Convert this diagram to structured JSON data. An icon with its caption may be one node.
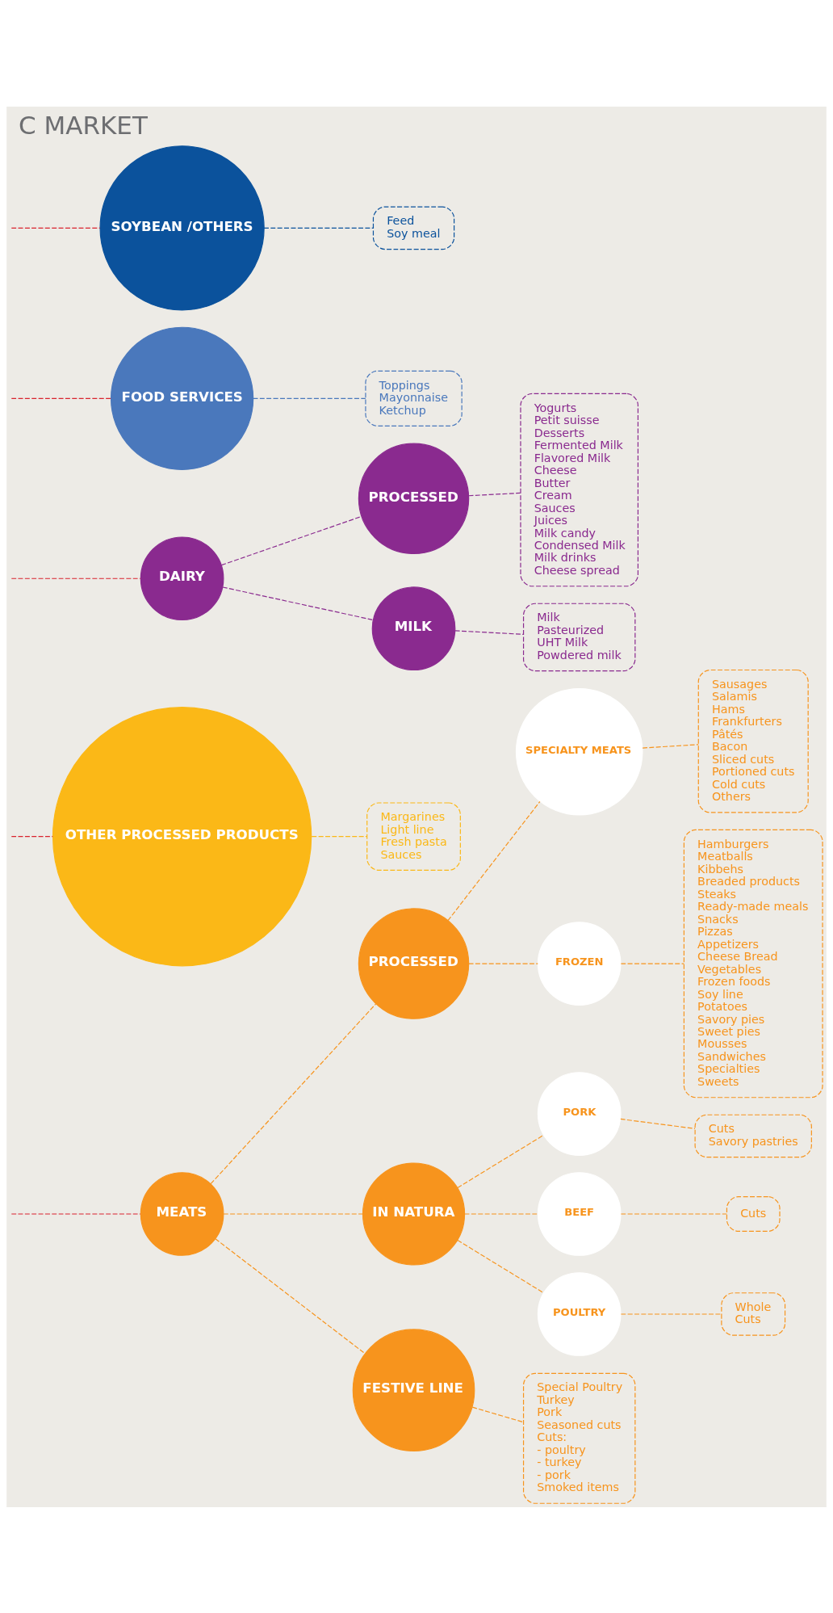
{
  "diagram": {
    "title": "C MARKET",
    "nodes": [
      {
        "text": [
          "MEATS"
        ]
      },
      {
        "text": [
          "PROCESSED"
        ]
      },
      {
        "text": [
          "SPECIALTY MEATS"
        ]
      },
      {
        "text": [
          "Sausages",
          "Salamis",
          "Hams",
          "Frankfurters",
          "Pâtés",
          "Bacon",
          "Sliced cuts",
          "Portioned cuts",
          "Cold cuts",
          "Others"
        ]
      },
      {
        "text": [
          "FROZEN"
        ]
      },
      {
        "text": [
          "Hamburgers",
          "Meatballs",
          "Kibbehs",
          "Breaded products",
          "Steaks",
          "Ready-made meals",
          "Snacks",
          "Pizzas",
          "Appetizers",
          "Cheese Bread",
          "Vegetables",
          "Frozen foods",
          "Soy line",
          "Potatoes",
          "Savory pies",
          "Sweet pies",
          "Mousses",
          "Sandwiches",
          "Specialties",
          "Sweets"
        ]
      },
      {
        "text": [
          "IN NATURA"
        ]
      },
      {
        "text": [
          "PORK"
        ]
      },
      {
        "text": [
          "Cuts",
          "Savory pastries"
        ]
      },
      {
        "text": [
          "BEEF"
        ]
      },
      {
        "text": [
          "Cuts"
        ]
      },
      {
        "text": [
          "POULTRY"
        ]
      },
      {
        "text": [
          "Whole",
          "Cuts"
        ]
      },
      {
        "text": [
          "FESTIVE LINE"
        ]
      },
      {
        "text": [
          "Special Poultry",
          "Turkey",
          "Pork",
          "Seasoned cuts",
          "Cuts:",
          "- poultry",
          "- turkey",
          "- pork",
          "Smoked items"
        ]
      },
      {
        "text": [
          "OTHER PROCESSED PRODUCTS"
        ]
      },
      {
        "text": [
          "Margarines",
          "Light line",
          "Fresh pasta",
          "Sauces"
        ]
      },
      {
        "text": [
          "DAIRY"
        ]
      },
      {
        "text": [
          "PROCESSED"
        ]
      },
      {
        "text": [
          "Yogurts",
          "Petit suisse",
          "Desserts",
          "Fermented Milk",
          "Flavored Milk",
          "Cheese",
          "Butter",
          "Cream",
          "Sauces",
          "Juices",
          "Milk candy",
          "Condensed Milk",
          "Milk drinks",
          "Cheese spread"
        ]
      },
      {
        "text": [
          "MILK"
        ]
      },
      {
        "text": [
          "Milk",
          "Pasteurized",
          "UHT Milk",
          "Powdered milk"
        ]
      },
      {
        "text": [
          "FOOD SERVICES"
        ]
      },
      {
        "text": [
          "Toppings",
          "Mayonnaise",
          "Ketchup"
        ]
      },
      {
        "text": [
          "SOYBEAN /OTHERS"
        ]
      },
      {
        "text": [
          "Feed",
          "Soy meal"
        ]
      }
    ],
    "edges": [
      {
        "from": null,
        "to": 0,
        "arrow": "none",
        "style": "dashed",
        "color": "#d9232e"
      },
      {
        "from": null,
        "to": 15,
        "arrow": "none",
        "style": "dashed",
        "color": "#d9232e"
      },
      {
        "from": null,
        "to": 17,
        "arrow": "none",
        "style": "dashed",
        "color": "#d9232e"
      },
      {
        "from": null,
        "to": 22,
        "arrow": "none",
        "style": "dashed",
        "color": "#d9232e"
      },
      {
        "from": null,
        "to": 24,
        "arrow": "none",
        "style": "dashed",
        "color": "#d9232e"
      },
      {
        "from": 0,
        "to": 1,
        "arrow": "none",
        "style": "dashed"
      },
      {
        "from": 1,
        "to": 2,
        "arrow": "none",
        "style": "dashed"
      },
      {
        "from": 2,
        "to": 3,
        "arrow": "none",
        "style": "dashed"
      },
      {
        "from": 1,
        "to": 4,
        "arrow": "none",
        "style": "dashed"
      },
      {
        "from": 4,
        "to": 5,
        "arrow": "none",
        "style": "dashed"
      },
      {
        "from": 0,
        "to": 6,
        "arrow": "none",
        "style": "dashed"
      },
      {
        "from": 6,
        "to": 7,
        "arrow": "none",
        "style": "dashed"
      },
      {
        "from": 7,
        "to": 8,
        "arrow": "none",
        "style": "dashed"
      },
      {
        "from": 6,
        "to": 9,
        "arrow": "none",
        "style": "dashed"
      },
      {
        "from": 9,
        "to": 10,
        "arrow": "none",
        "style": "dashed"
      },
      {
        "from": 6,
        "to": 11,
        "arrow": "none",
        "style": "dashed"
      },
      {
        "from": 11,
        "to": 12,
        "arrow": "none",
        "style": "dashed"
      },
      {
        "from": 0,
        "to": 13,
        "arrow": "none",
        "style": "dashed"
      },
      {
        "from": 13,
        "to": 14,
        "arrow": "none",
        "style": "dashed"
      },
      {
        "from": 15,
        "to": 16,
        "arrow": "none",
        "style": "dashed",
        "color": "#fbb817"
      },
      {
        "from": 17,
        "to": 18,
        "arrow": "none",
        "style": "dashed",
        "color": "#8a2a8f"
      },
      {
        "from": 18,
        "to": 19,
        "arrow": "none",
        "style": "dashed",
        "color": "#8a2a8f"
      },
      {
        "from": 17,
        "to": 20,
        "arrow": "none",
        "style": "dashed",
        "color": "#8a2a8f"
      },
      {
        "from": 20,
        "to": 21,
        "arrow": "none",
        "style": "dashed",
        "color": "#8a2a8f"
      },
      {
        "from": 22,
        "to": 23,
        "arrow": "none",
        "style": "dashed",
        "color": "#4a78bc"
      },
      {
        "from": 24,
        "to": 25,
        "arrow": "none",
        "style": "dashed",
        "color": "#0b529c"
      }
    ]
  }
}
